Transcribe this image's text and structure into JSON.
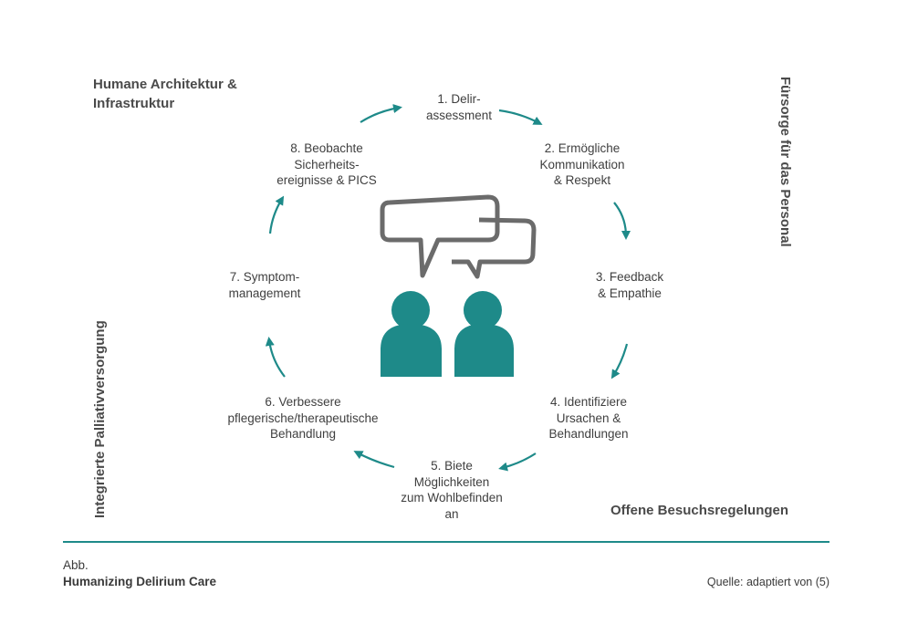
{
  "corners": {
    "top_left": [
      "Humane Architektur &",
      "Infrastruktur"
    ],
    "right_vertical": "Fürsorge für das Personal",
    "left_vertical": "Integrierte Palliativversorgung",
    "bottom_right": "Offene Besuchsregelungen"
  },
  "steps": [
    {
      "lines": [
        "1. Delir-",
        "assessment"
      ]
    },
    {
      "lines": [
        "2. Ermögliche",
        "Kommunikation",
        "& Respekt"
      ]
    },
    {
      "lines": [
        "3. Feedback",
        "& Empathie"
      ]
    },
    {
      "lines": [
        "4. Identifiziere",
        "Ursachen &",
        "Behandlungen"
      ]
    },
    {
      "lines": [
        "5. Biete",
        "Möglichkeiten",
        "zum Wohlbefinden",
        "an"
      ]
    },
    {
      "lines": [
        "6. Verbessere",
        "pflegerische/therapeutische",
        "Behandlung"
      ]
    },
    {
      "lines": [
        "7. Symptom-",
        "management"
      ]
    },
    {
      "lines": [
        "8. Beobachte",
        "Sicherheits-",
        "ereignisse & PICS"
      ]
    }
  ],
  "footer": {
    "abb": "Abb.",
    "title": "Humanizing Delirium Care",
    "source": "Quelle: adaptiert von (5)"
  },
  "colors": {
    "accent": "#1e8a89",
    "bubble": "#6b6b6b"
  }
}
